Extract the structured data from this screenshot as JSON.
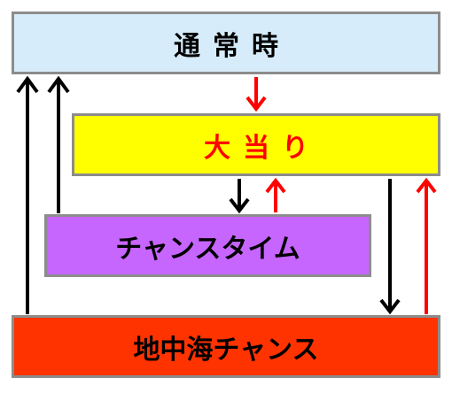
{
  "states": {
    "normal": {
      "label": "通常時",
      "fill": "#d6ecfa",
      "text_color": "#000000"
    },
    "jackpot": {
      "label": "大当り",
      "fill": "#ffff00",
      "text_color": "#ff0000"
    },
    "chance_time": {
      "label": "チャンスタイム",
      "fill": "#c765ff",
      "text_color": "#000000"
    },
    "mediterranean_chance": {
      "label": "地中海チャンス",
      "fill": "#ff3300",
      "text_color": "#000000"
    }
  },
  "transitions": [
    {
      "from": "mediterranean_chance",
      "to": "normal",
      "color": "#000000"
    },
    {
      "from": "chance_time",
      "to": "normal",
      "color": "#000000"
    },
    {
      "from": "normal",
      "to": "jackpot",
      "color": "#ff0000"
    },
    {
      "from": "jackpot",
      "to": "chance_time",
      "color": "#000000"
    },
    {
      "from": "chance_time",
      "to": "jackpot",
      "color": "#ff0000"
    },
    {
      "from": "jackpot",
      "to": "mediterranean_chance",
      "color": "#000000"
    },
    {
      "from": "mediterranean_chance",
      "to": "jackpot",
      "color": "#ff0000"
    }
  ]
}
